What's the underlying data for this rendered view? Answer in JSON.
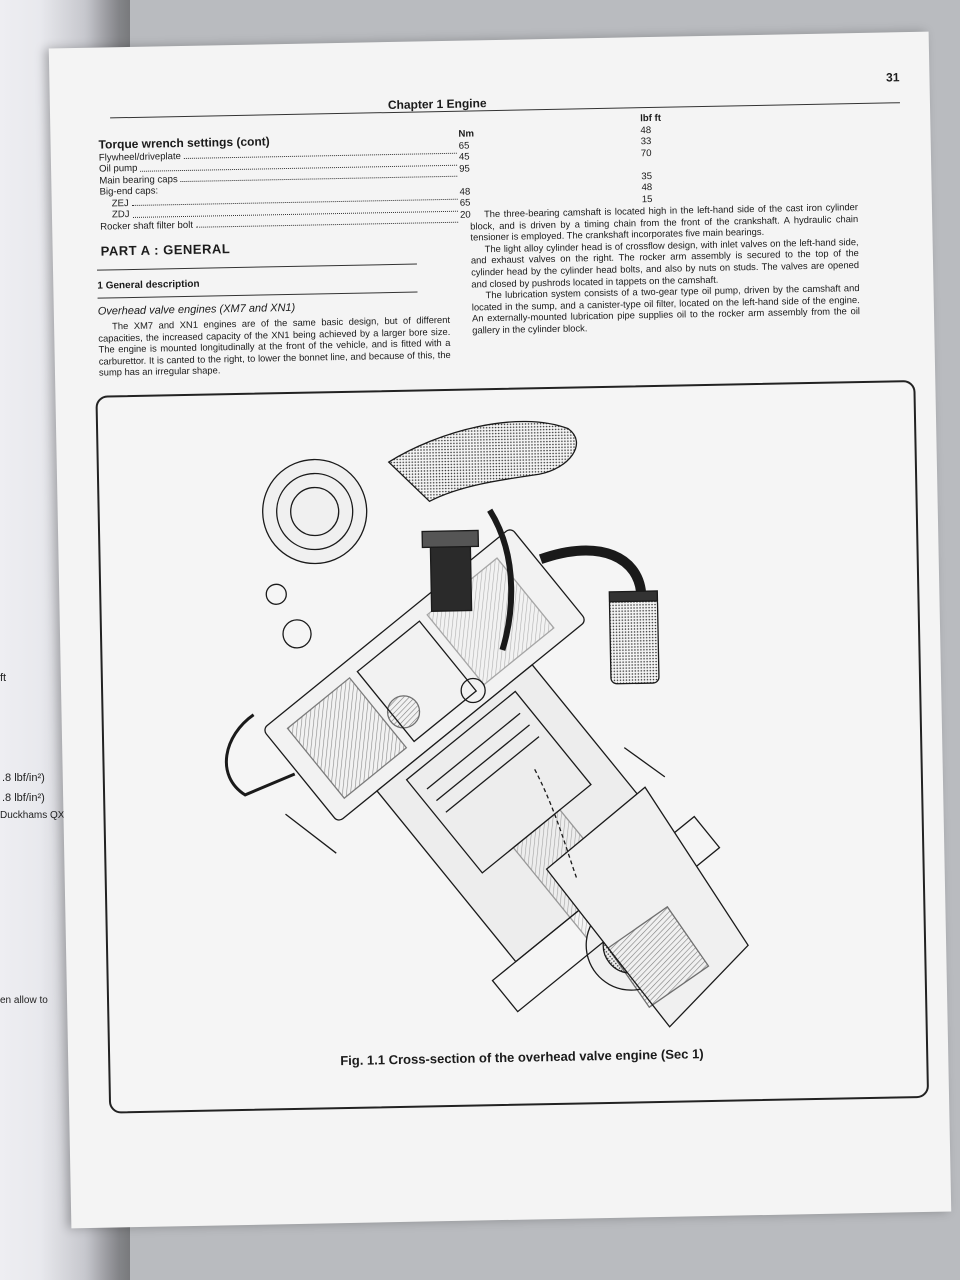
{
  "left_page": {
    "fragments": [
      "ft",
      ".8 lbf/in²)",
      ".8 lbf/in²)",
      "Duckhams QXR",
      "en allow to"
    ]
  },
  "page": {
    "number": "31",
    "chapter_title": "Chapter 1 Engine",
    "torque": {
      "title": "Torque wrench settings (cont)",
      "col_nm": "Nm",
      "col_lbf": "lbf ft",
      "rows": [
        {
          "label": "Flywheel/driveplate"
        },
        {
          "label": "Oil pump"
        },
        {
          "label": "Main bearing caps"
        },
        {
          "label": "Big-end caps:"
        },
        {
          "label": "ZEJ"
        },
        {
          "label": "ZDJ"
        },
        {
          "label": "Rocker shaft filter bolt"
        }
      ],
      "nm_values": [
        "65",
        "45",
        "95",
        "",
        "48",
        "65",
        "20"
      ],
      "lbf_values": [
        "48",
        "33",
        "70",
        "",
        "35",
        "48",
        "15"
      ]
    },
    "part_title": "PART A : GENERAL",
    "section_title": "1   General description",
    "subhead": "Overhead valve engines (XM7 and XN1)",
    "para_left": "The XM7 and XN1 engines are of the same basic design, but of different capacities, the increased capacity of the XN1 being achieved by a larger bore size. The engine is mounted longitudinally at the front of the vehicle, and is fitted with a carburettor. It is canted to the right, to lower the bonnet line, and because of this, the sump has an irregular shape.",
    "para_right_1": "The three-bearing camshaft is located high in the left-hand side of the cast iron cylinder block, and is driven by a timing chain from the front of the crankshaft. A hydraulic chain tensioner is employed. The crankshaft incorporates five main bearings.",
    "para_right_2": "The light alloy cylinder head is of crossflow design, with inlet valves on the left-hand side, and exhaust valves on the right. The rocker arm assembly is secured to the top of the cylinder head by the cylinder head bolts, and also by nuts on studs. The valves are opened and closed by pushrods located in tappets on the camshaft.",
    "para_right_3": "The lubrication system consists of a two-gear type oil pump, driven by the camshaft and located in the sump, and a canister-type oil filter, located on the left-hand side of the engine. An externally-mounted lubrication pipe supplies oil to the rocker arm assembly from the oil gallery in the cylinder block.",
    "figure_caption": "Fig. 1.1 Cross-section of the overhead valve engine (Sec 1)"
  }
}
